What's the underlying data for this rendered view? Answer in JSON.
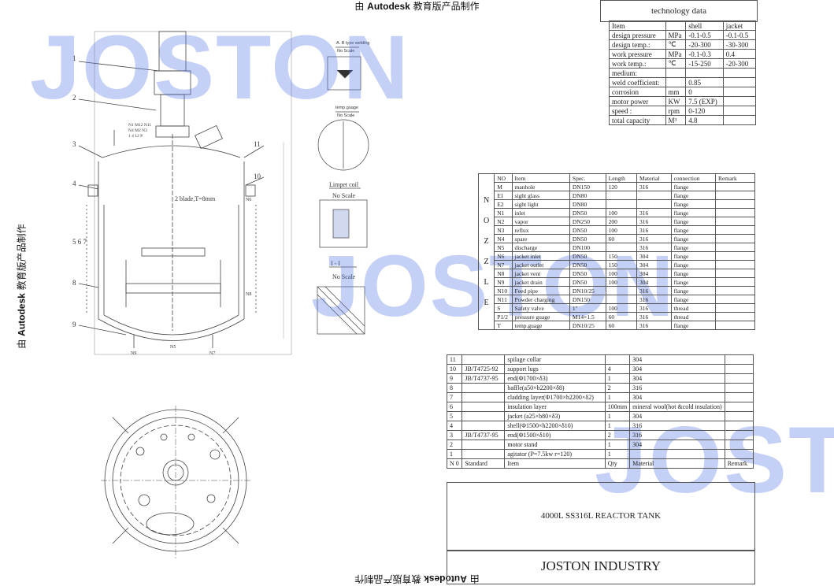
{
  "watermark": {
    "prefix": "由",
    "brand": "Autodesk",
    "suffix": "教育版产品制作"
  },
  "brand_overlay": "JOSTON",
  "tech_data": {
    "title": "technology data",
    "header": [
      "Item",
      "",
      "shell",
      "jacket"
    ],
    "rows": [
      [
        "design pressure",
        "MPa",
        "-0.1-0.5",
        "-0.1-0.5"
      ],
      [
        "design temp.:",
        "℃",
        "-20-300",
        "-30-300"
      ],
      [
        "work pressure",
        "MPa",
        "-0.1-0.3",
        "0.4"
      ],
      [
        "work temp.:",
        "℃",
        "-15-250",
        "-20-300"
      ],
      [
        "medium:",
        "",
        "",
        ""
      ],
      [
        "weld coefficient:",
        "",
        "0.85",
        ""
      ],
      [
        "corrosion",
        "mm",
        "0",
        ""
      ],
      [
        "motor power",
        "KW",
        "7.5 (EXP)",
        ""
      ],
      [
        "speed    :",
        "rpm",
        "0-120",
        ""
      ],
      [
        "total capacity",
        "M³",
        "4.8",
        ""
      ]
    ]
  },
  "nozzle_table": {
    "side_letters": [
      "N",
      "O",
      "Z",
      "Z",
      "L",
      "E"
    ],
    "header": [
      "NO",
      "Item",
      "Spec.",
      "Length",
      "Material",
      "connection",
      "Remark"
    ],
    "rows": [
      [
        "M",
        "manhole",
        "DN150",
        "120",
        "316",
        "flange",
        ""
      ],
      [
        "E1",
        "sight glass",
        "DN80",
        "",
        "",
        "flange",
        ""
      ],
      [
        "E2",
        "sight light",
        "DN80",
        "",
        "",
        "flange",
        ""
      ],
      [
        "N1",
        "inlet",
        "DN50",
        "100",
        "316",
        "flange",
        ""
      ],
      [
        "N2",
        "vapor",
        "DN250",
        "200",
        "316",
        "flange",
        ""
      ],
      [
        "N3",
        "reflux",
        "DN50",
        "100",
        "316",
        "flange",
        ""
      ],
      [
        "N4",
        "spare",
        "DN50",
        "60",
        "316",
        "flange",
        ""
      ],
      [
        "N5",
        "discharge",
        "DN100",
        "",
        "316",
        "flange",
        ""
      ],
      [
        "N6",
        "jacket inlet",
        "DN50",
        "150",
        "304",
        "flange",
        ""
      ],
      [
        "N7",
        "jacket outlet",
        "DN50",
        "150",
        "304",
        "flange",
        ""
      ],
      [
        "N8",
        "jacket vent",
        "DN50",
        "100",
        "304",
        "flange",
        ""
      ],
      [
        "N9",
        "jacket drain",
        "DN50",
        "100",
        "304",
        "flange",
        ""
      ],
      [
        "N10",
        "Feed pipe",
        "DN10/25",
        "",
        "316",
        "flange",
        ""
      ],
      [
        "N11",
        "Powder charging",
        "DN150",
        "",
        "316",
        "flange",
        ""
      ],
      [
        "S",
        "Safety valve",
        "1\"",
        "100",
        "316",
        "thread",
        ""
      ],
      [
        "P1/2",
        "pressure guage",
        "M14×1.5",
        "60",
        "316",
        "thread",
        ""
      ],
      [
        "T",
        "temp.guage",
        "DN10/25",
        "60",
        "316",
        "flange",
        ""
      ]
    ]
  },
  "parts_list": {
    "rows": [
      [
        "11",
        "",
        "spilage collar",
        "",
        "304",
        ""
      ],
      [
        "10",
        "JB/T4725-92",
        "support lugs",
        "4",
        "304",
        ""
      ],
      [
        "9",
        "JB/T4737-95",
        "end(Φ1700×δ3)",
        "1",
        "304",
        ""
      ],
      [
        "8",
        "",
        "baffle(a50×b2200×δ8)",
        "2",
        "316",
        ""
      ],
      [
        "7",
        "",
        "cladding layer(Φ1700×h2200×δ2)",
        "1",
        "304",
        ""
      ],
      [
        "6",
        "",
        "insulation layer",
        "100mm",
        "mineral wool(hot &cold insulation)",
        ""
      ],
      [
        "5",
        "",
        "jacket (a25×b80×δ3)",
        "1",
        "304",
        ""
      ],
      [
        "4",
        "",
        "shell(Φ1500×h2200×δ10)",
        "1",
        "316",
        ""
      ],
      [
        "3",
        "JB/T4737-95",
        "end(Φ1500×δ10)",
        "2",
        "316",
        ""
      ],
      [
        "2",
        "",
        "motor stand",
        "1",
        "304",
        ""
      ],
      [
        "1",
        "",
        "agitator (P=7.5kw r=120)",
        "1",
        "",
        ""
      ]
    ],
    "header": [
      "N\n0",
      "Standard",
      "Item",
      "Qty",
      "Material",
      "Remark"
    ]
  },
  "drawing_title": "4000L SS316L REACTOR TANK",
  "company": "JOSTON INDUSTRY",
  "detail_labels": {
    "d1_title": "A. B type welding",
    "d1_scale": "No Scale",
    "d2_title": "temp.guage",
    "d2_scale": "No Scale",
    "d3_title": "Limpet coil",
    "d3_scale": "No Scale",
    "d4_title": "I - I",
    "d4_scale": "No Scale"
  },
  "callouts": {
    "blade": "2 blade,T=8mm",
    "balloons": [
      "1",
      "2",
      "3",
      "4",
      "5 6 7",
      "8",
      "9",
      "10",
      "11"
    ],
    "nozzle_codes": "N1 M12 N11\nN4 M2 N3\n1 4 12 P",
    "bottom_codes": [
      "N9",
      "N5",
      "N7"
    ],
    "side_codes": [
      "N6",
      "N8"
    ]
  }
}
